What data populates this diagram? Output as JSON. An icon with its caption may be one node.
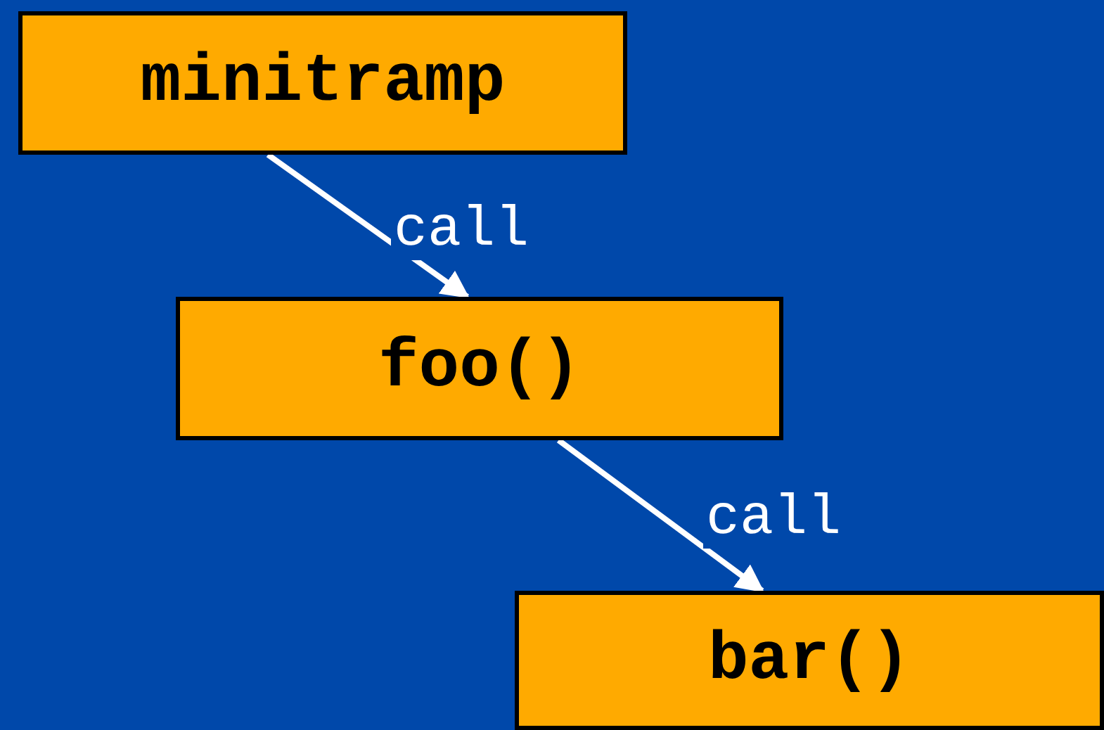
{
  "diagram": {
    "nodes": [
      {
        "text": [
          "minitramp"
        ]
      },
      {
        "text": [
          "foo()"
        ]
      },
      {
        "text": [
          "bar()"
        ]
      }
    ],
    "edges": [
      {
        "from": 0,
        "to": 1,
        "label": "call",
        "arrow": "to"
      },
      {
        "from": 1,
        "to": 2,
        "label": "call",
        "arrow": "to"
      }
    ]
  }
}
